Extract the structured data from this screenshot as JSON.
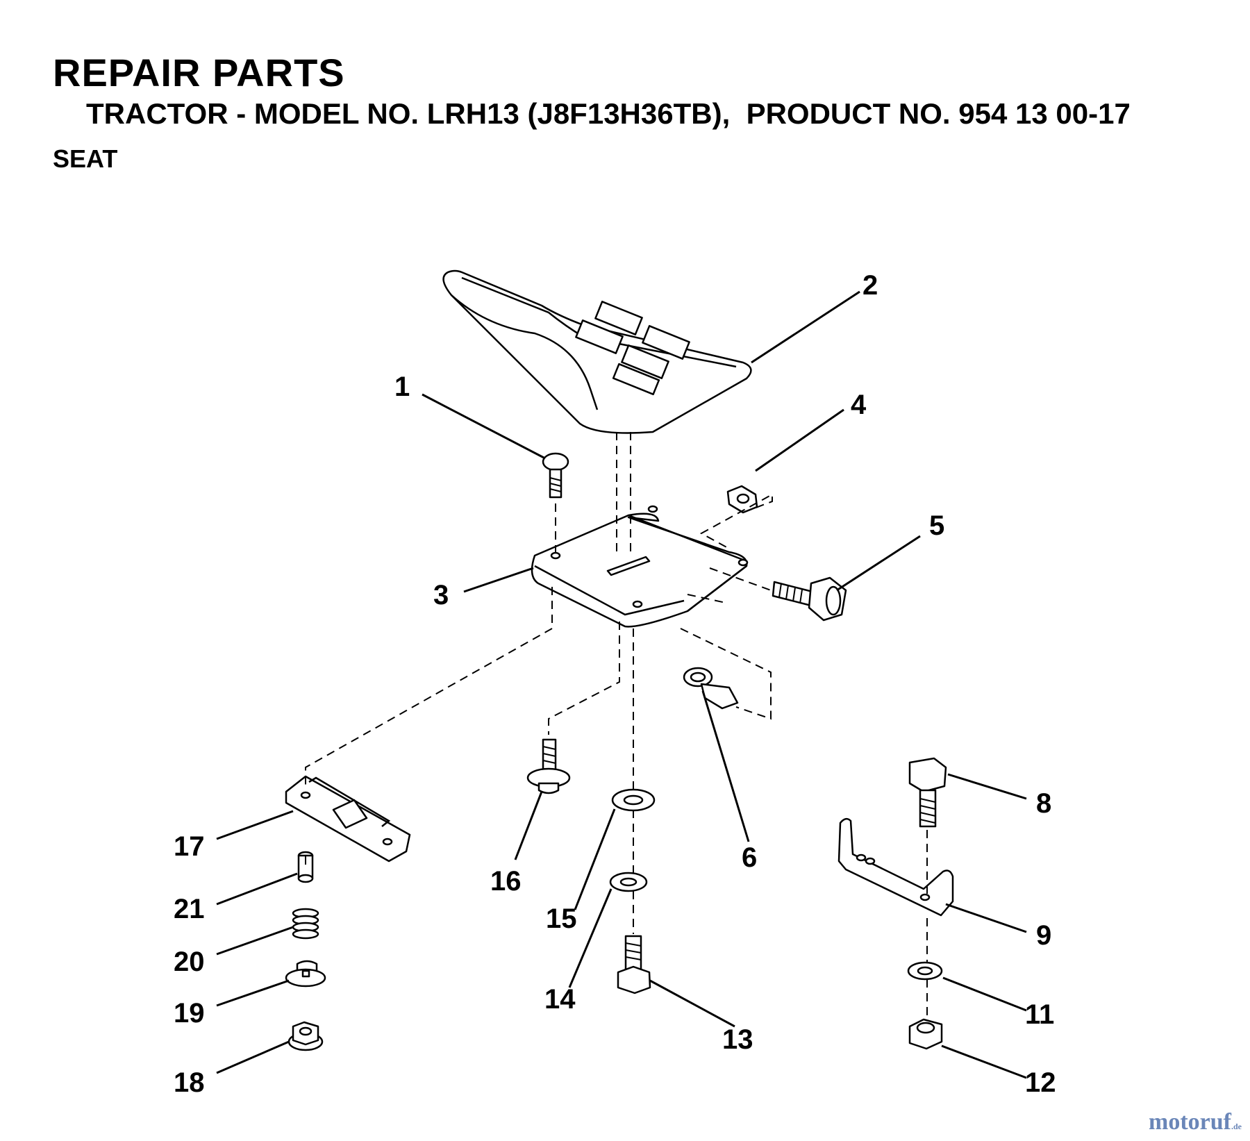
{
  "header": {
    "title": "REPAIR PARTS",
    "subtitle": "TRACTOR - MODEL NO. LRH13 (J8F13H36TB),  PRODUCT NO. 954 13 00-17",
    "section": "SEAT"
  },
  "callouts": [
    "1",
    "2",
    "3",
    "4",
    "5",
    "6",
    "8",
    "9",
    "11",
    "12",
    "13",
    "14",
    "15",
    "16",
    "17",
    "18",
    "19",
    "20",
    "21"
  ],
  "watermark": {
    "main": "motoruf",
    "suffix": ".de"
  }
}
